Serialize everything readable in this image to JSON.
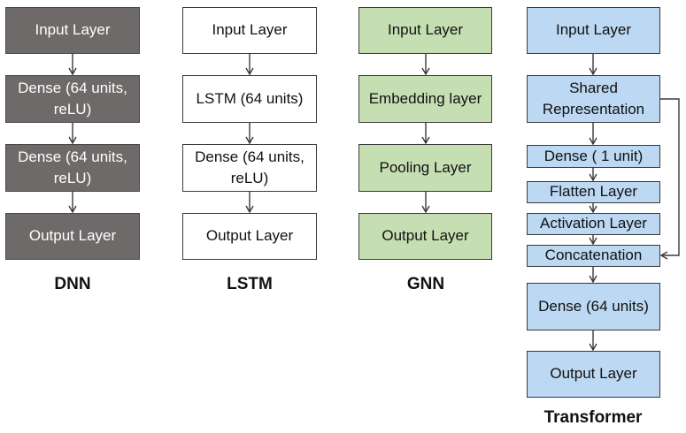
{
  "columns": [
    {
      "name": "DNN",
      "style": "dark",
      "boxes": [
        "Input Layer",
        "Dense (64 units, reLU)",
        "Dense (64 units, reLU)",
        "Output Layer"
      ]
    },
    {
      "name": "LSTM",
      "style": "white",
      "boxes": [
        "Input Layer",
        "LSTM (64 units)",
        "Dense (64 units, reLU)",
        "Output Layer"
      ]
    },
    {
      "name": "GNN",
      "style": "green",
      "boxes": [
        "Input Layer",
        "Embedding layer",
        "Pooling Layer",
        "Output Layer"
      ]
    },
    {
      "name": "Transformer",
      "style": "blue",
      "boxes": [
        "Input Layer",
        "Shared Representation",
        "Dense ( 1 unit)",
        "Flatten Layer",
        "Activation Layer",
        "Concatenation",
        "Dense (64 units)",
        "Output Layer"
      ],
      "skip_connection": {
        "from": "Shared Representation",
        "to": "Concatenation"
      }
    }
  ],
  "colors": {
    "dark_fill": "#6e6a69",
    "white_fill": "#ffffff",
    "green_fill": "#c6dfb2",
    "blue_fill": "#bcd8f2",
    "stroke": "#3a3a3a"
  }
}
